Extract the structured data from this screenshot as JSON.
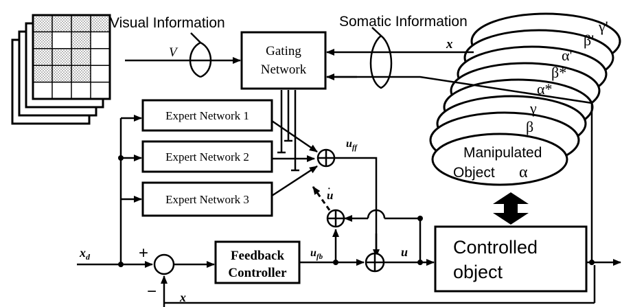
{
  "labels": {
    "visual_information": "Visual Information",
    "somatic_information": "Somatic Information",
    "v": "V",
    "x_top": "x",
    "x_bottom": "x",
    "xd": "x",
    "xd_sub": "d",
    "plus": "+",
    "minus": "−",
    "uff": "u",
    "uff_sub": "ff",
    "ufb": "u",
    "ufb_sub": "fb",
    "u_dot": "u",
    "u": "u"
  },
  "boxes": {
    "gating_line1": "Gating",
    "gating_line2": "Network",
    "expert1": "Expert Network 1",
    "expert2": "Expert Network 2",
    "expert3": "Expert Network 3",
    "feedback_line1": "Feedback",
    "feedback_line2": "Controller",
    "controlled_line1": "Controlled",
    "controlled_line2": "object"
  },
  "object": {
    "manipulated_line1": "Manipulated",
    "manipulated_line2": "Object",
    "alpha": "α",
    "beta": "β",
    "gamma": "γ",
    "alpha_star": "α*",
    "beta_star": "β*",
    "alpha_prime": "α'",
    "beta_prime": "β'",
    "gamma_prime": "γ'"
  },
  "colors": {
    "ink": "#000000",
    "paper": "#ffffff",
    "grid_dot": "#9a9a9a"
  }
}
